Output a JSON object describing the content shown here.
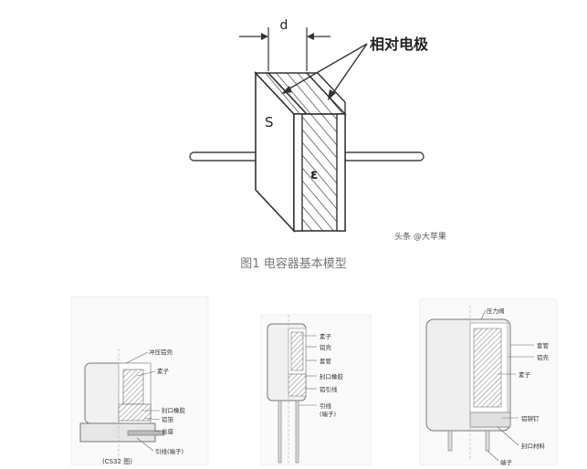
{
  "model": {
    "dim_label": "d",
    "electrode_label": "相对电极",
    "area_label": "S",
    "dielectric_label": "ε",
    "watermark": "头条 @大苹果",
    "caption": "图1 电容器基本模型"
  },
  "chip_cap": {
    "labels": [
      "冲压铝壳",
      "素子",
      "封口橡胶",
      "铝箔",
      "台座",
      "引线(端子)"
    ],
    "footer": "(CS32 图)"
  },
  "radial_cap": {
    "labels": [
      "素子",
      "铝壳",
      "套管",
      "封口橡胶",
      "铝引线",
      "引线",
      "(端子)"
    ]
  },
  "snapin_cap": {
    "labels": [
      "压力阀",
      "套管",
      "铝壳",
      "素子",
      "铝铆钉",
      "封口材料",
      "端子"
    ]
  }
}
